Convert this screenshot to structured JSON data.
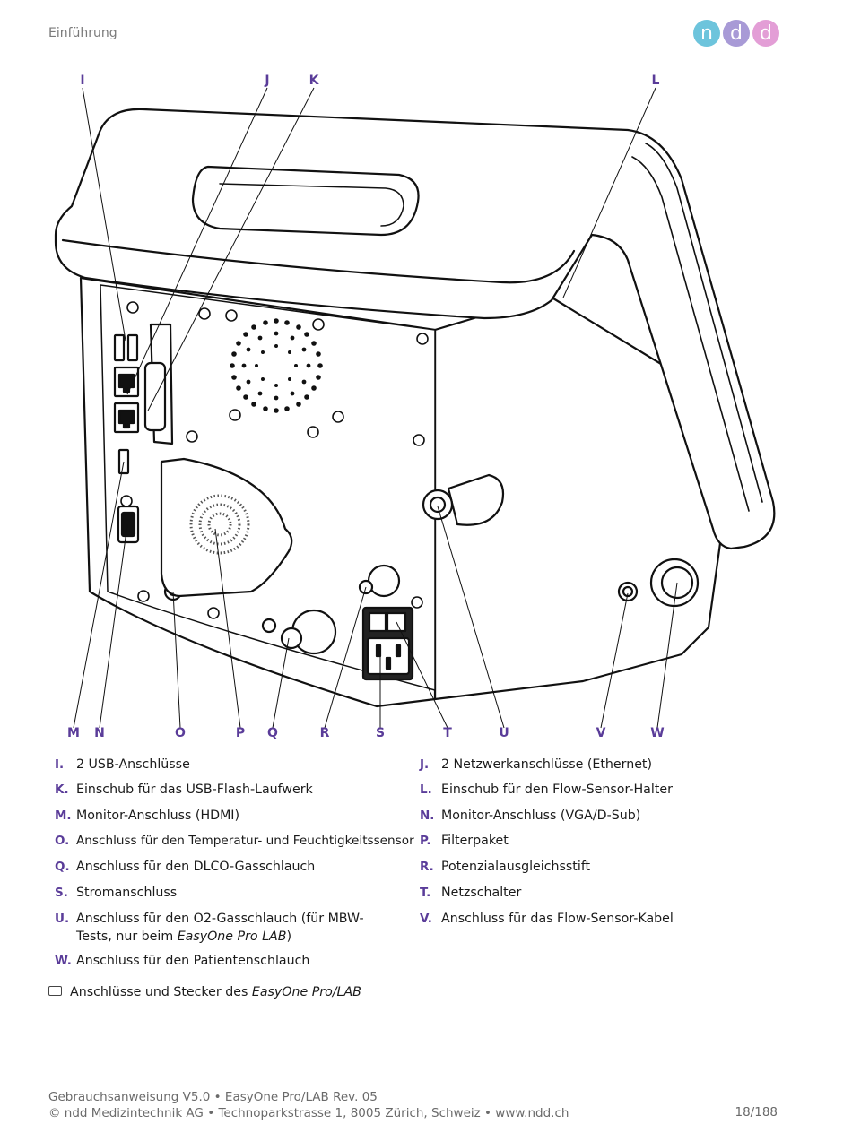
{
  "header": {
    "section": "Einführung",
    "logo_letters": [
      "n",
      "d",
      "d"
    ],
    "logo_colors": [
      "#6dc4dc",
      "#a89ad6",
      "#e39ed6"
    ]
  },
  "figure": {
    "callouts_top": [
      "I",
      "J",
      "K",
      "L"
    ],
    "callouts_bottom": [
      "M",
      "N",
      "O",
      "P",
      "Q",
      "R",
      "S",
      "T",
      "U",
      "V",
      "W"
    ]
  },
  "legend": [
    {
      "letter": "I.",
      "text": "2 USB-Anschlüsse"
    },
    {
      "letter": "J.",
      "text": "2 Netzwerkanschlüsse (Ethernet)"
    },
    {
      "letter": "K.",
      "text": "Einschub für das USB-Flash-Laufwerk"
    },
    {
      "letter": "L.",
      "text": "Einschub für den Flow-Sensor-Halter"
    },
    {
      "letter": "M.",
      "text": "Monitor-Anschluss (HDMI)"
    },
    {
      "letter": "N.",
      "text": "Monitor-Anschluss (VGA/D-Sub)"
    },
    {
      "letter": "O.",
      "text": "Anschluss für den Temperatur- und Feuchtigkeitssensor"
    },
    {
      "letter": "P.",
      "text": "Filterpaket"
    },
    {
      "letter": "Q.",
      "text": "Anschluss für den DLCO-Gasschlauch"
    },
    {
      "letter": "R.",
      "text": "Potenzialausgleichsstift"
    },
    {
      "letter": "S.",
      "text": "Stromanschluss"
    },
    {
      "letter": "T.",
      "text": "Netzschalter"
    },
    {
      "letter": "U.",
      "text_line1": "Anschluss für den O2-Gasschlauch (für MBW-",
      "text_line2_pre": "Tests, nur beim ",
      "text_line2_em": "EasyOne Pro LAB",
      "text_line2_post": ")"
    },
    {
      "letter": "V.",
      "text": "Anschluss für das Flow-Sensor-Kabel"
    },
    {
      "letter": "W.",
      "text": "Anschluss für den Patientenschlauch"
    }
  ],
  "caption": {
    "pre": "Anschlüsse und Stecker des ",
    "em": "EasyOne Pro/LAB"
  },
  "footer": {
    "line1": "Gebrauchsanweisung V5.0 • EasyOne Pro/LAB Rev. 05",
    "line2": "© ndd Medizintechnik AG • Technoparkstrasse 1, 8005 Zürich, Schweiz • www.ndd.ch",
    "page": "18/188"
  }
}
